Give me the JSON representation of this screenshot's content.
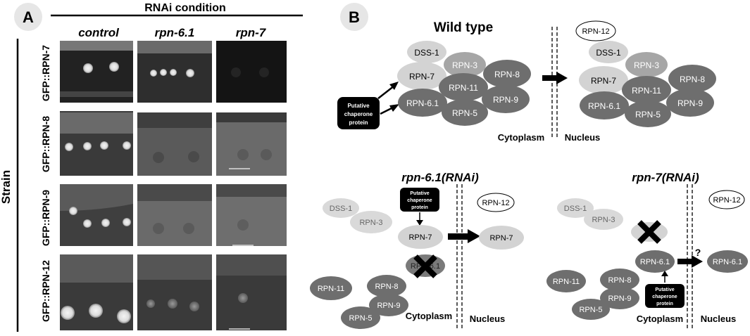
{
  "panel_a": {
    "letter": "A",
    "header": "RNAi condition",
    "columns": [
      "control",
      "rpn-6.1",
      "rpn-7"
    ],
    "side_label": "Strain",
    "rows": [
      "GFP::RPN-7",
      "GFP::RPN-8",
      "GFP::RPN-9",
      "GFP::RPN-12"
    ]
  },
  "panel_b": {
    "letter": "B",
    "wild_type": {
      "title": "Wild type",
      "chaperone": [
        "Putative",
        "chaperone",
        "protein"
      ],
      "left": {
        "dss1": "DSS-1",
        "rpn3": "RPN-3",
        "rpn7": "RPN-7",
        "rpn8": "RPN-8",
        "rpn11": "RPN-11",
        "rpn61": "RPN-6.1",
        "rpn9": "RPN-9",
        "rpn5": "RPN-5"
      },
      "right": {
        "rpn12": "RPN-12",
        "dss1": "DSS-1",
        "rpn3": "RPN-3",
        "rpn7": "RPN-7",
        "rpn8": "RPN-8",
        "rpn11": "RPN-11",
        "rpn61": "RPN-6.1",
        "rpn9": "RPN-9",
        "rpn5": "RPN-5"
      },
      "cytoplasm": "Cytoplasm",
      "nucleus": "Nucleus"
    },
    "rpn61_rnai": {
      "title": "rpn-6.1(RNAi)",
      "chaperone": [
        "Putative",
        "chaperone",
        "protein"
      ],
      "dss1": "DSS-1",
      "rpn3": "RPN-3",
      "rpn7": "RPN-7",
      "rpn12": "RPN-12",
      "rpn7_nuc": "RPN-7",
      "rpn61_crossed": "RPN-6.1",
      "rpn11": "RPN-11",
      "rpn8": "RPN-8",
      "rpn9": "RPN-9",
      "rpn5": "RPN-5",
      "cytoplasm": "Cytoplasm",
      "nucleus": "Nucleus"
    },
    "rpn7_rnai": {
      "title": "rpn-7(RNAi)",
      "chaperone": [
        "Putative",
        "chaperone",
        "protein"
      ],
      "dss1": "DSS-1",
      "rpn3": "RPN-3",
      "rpn12": "RPN-12",
      "rpn61": "RPN-6.1",
      "rpn61_nuc": "RPN-6.1",
      "question": "?",
      "rpn11": "RPN-11",
      "rpn8": "RPN-8",
      "rpn9": "RPN-9",
      "rpn5": "RPN-5",
      "cytoplasm": "Cytoplasm",
      "nucleus": "Nucleus"
    }
  },
  "colors": {
    "light": "#d3d3d3",
    "mid": "#a6a6a6",
    "dark": "#6e6e6e",
    "faint": "#d9d9d9",
    "black": "#000000"
  }
}
